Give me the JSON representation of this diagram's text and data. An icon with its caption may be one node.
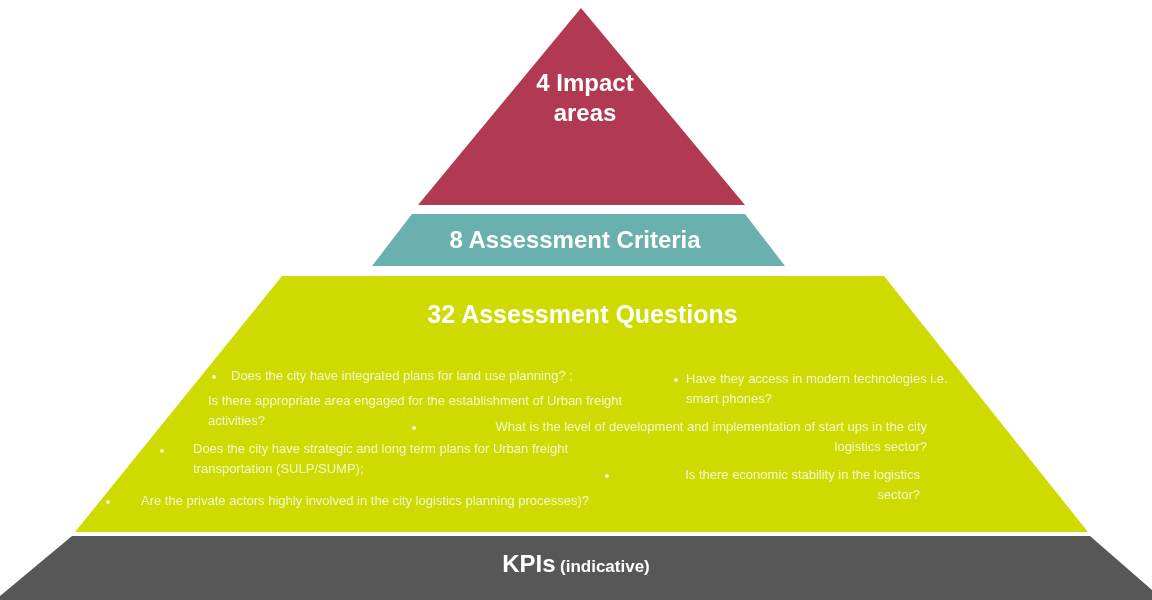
{
  "diagram": {
    "nodes": [
      {
        "text": [
          "4 Impact areas"
        ]
      },
      {
        "text": [
          "8 Assessment Criteria"
        ]
      },
      {
        "text": [
          "32 Assessment Questions",
          "Does the city have integrated plans for land use planning? ;",
          "Is there appropriate area engaged for the establishment of Urban freight activities?",
          "Have they access in modern technologies i.e. smart phones?",
          "What is the level of development and implementation of start ups in the city logistics sector?",
          "Does the city have strategic and long term plans for Urban freight transportation (SULP/SUMP);",
          "Is there economic stability in the logistics sector?",
          "Are the private actors highly involved in the city logistics planning processes)?"
        ]
      },
      {
        "text": [
          "KPIs",
          "(indicative)"
        ]
      }
    ]
  }
}
